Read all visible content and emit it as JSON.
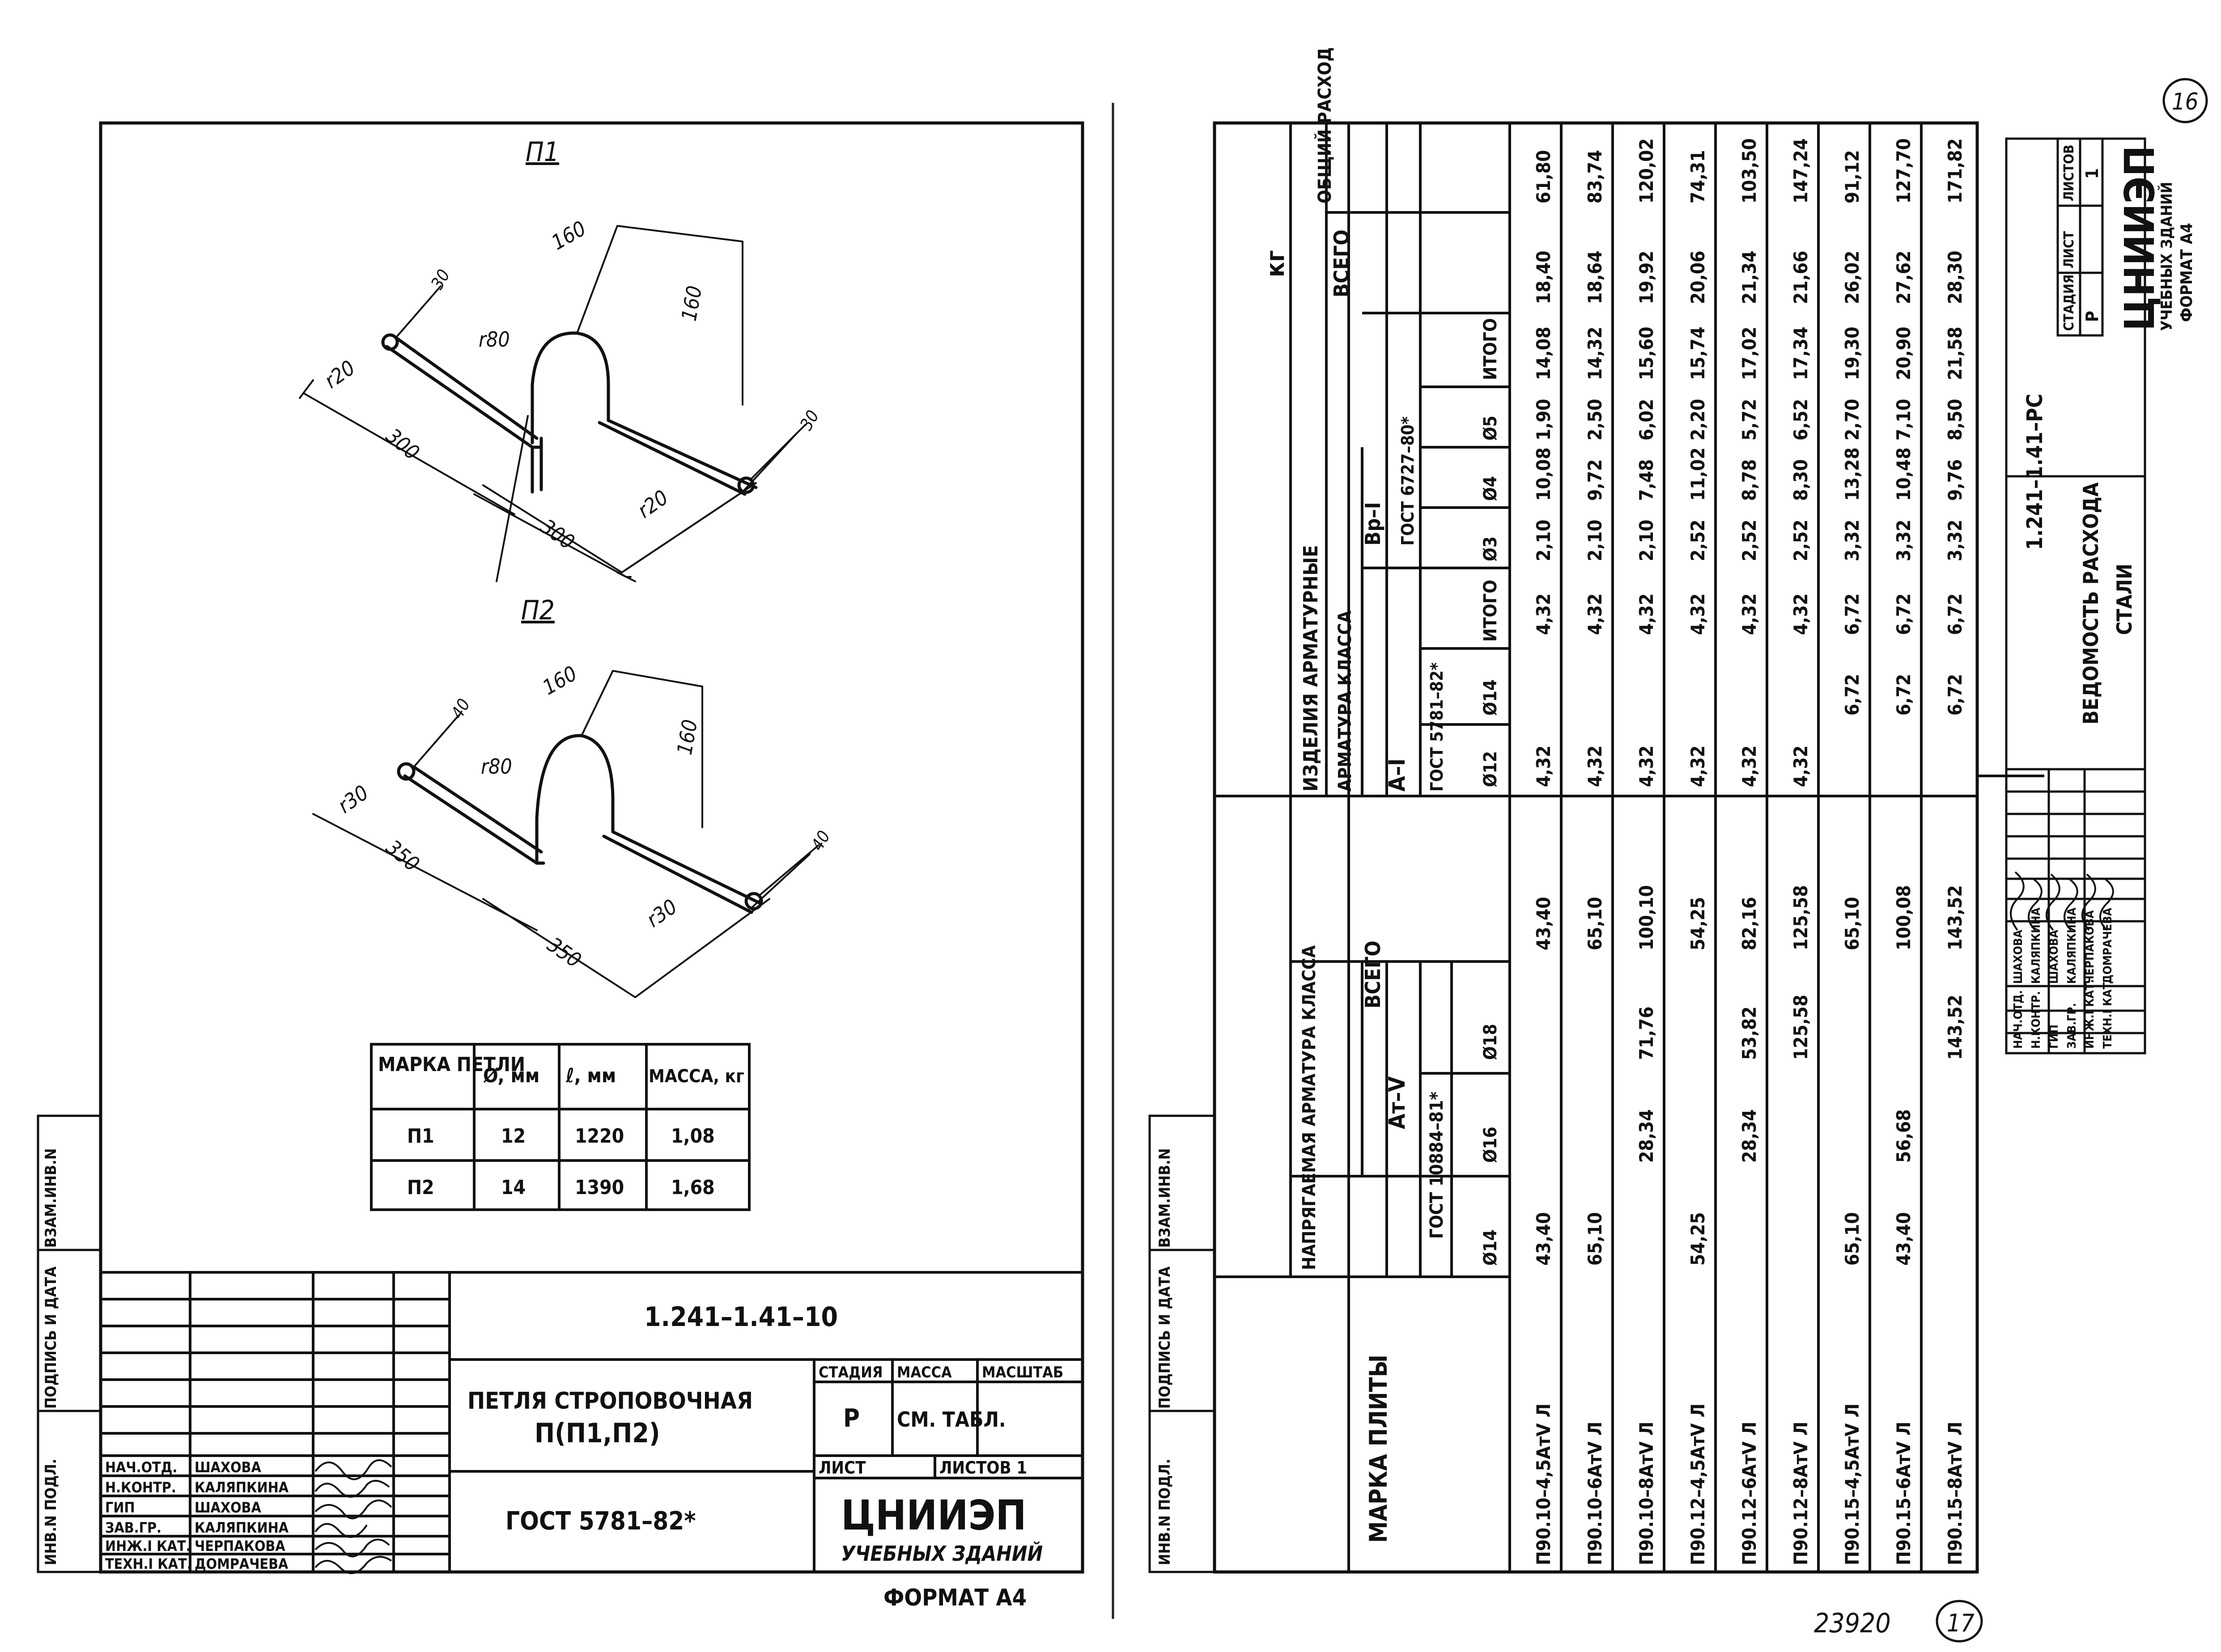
{
  "left_sheet": {
    "loop1": {
      "title": "П1",
      "d1": "160",
      "d2": "160",
      "r_top": "r80",
      "r_side": "r20",
      "d_rod1": "30",
      "d_rod2": "30",
      "len_a": "300",
      "len_b": "300",
      "r_end": "r20"
    },
    "loop2": {
      "title": "П2",
      "d1": "160",
      "d2": "160",
      "r_top": "r80",
      "r_side": "r30",
      "d_rod1": "40",
      "d_rod2": "40",
      "len_a": "350",
      "len_b": "350",
      "r_end": "r30"
    },
    "spec_table": {
      "headers": [
        "МАРКА ПЕТЛИ",
        "Ø, мм",
        "ℓ, мм",
        "МАССА, кг"
      ],
      "rows": [
        [
          "П1",
          "12",
          "1220",
          "1,08"
        ],
        [
          "П2",
          "14",
          "1390",
          "1,68"
        ]
      ]
    },
    "side_labels": [
      "ИНВ.N ПОДЛ.",
      "ПОДПИСЬ И ДАТА",
      "ВЗАМ.ИНВ.N"
    ],
    "title_block": {
      "doc_code": "1.241–1.41–10",
      "title_line1": "ПЕТЛЯ СТРОПОВОЧНАЯ",
      "title_line2": "П(П1,П2)",
      "standard": "ГОСТ 5781–82*",
      "stage_label": "СТАДИЯ",
      "mass_label": "МАССА",
      "scale_label": "МАСШТАБ",
      "stage_value": "Р",
      "mass_value": "СМ. ТАБЛ.",
      "sheet_label": "ЛИСТ",
      "sheets_label": "ЛИСТОВ 1",
      "org_name": "ЦНИИЭП",
      "org_sub": "УЧЕБНЫХ ЗДАНИЙ",
      "signers": [
        [
          "НАЧ.ОТД.",
          "ШАХОВА"
        ],
        [
          "Н.КОНТР.",
          "КАЛЯПКИНА"
        ],
        [
          "ГИП",
          "ШАХОВА"
        ],
        [
          "ЗАВ.ГР.",
          "КАЛЯПКИНА"
        ],
        [
          "ИНЖ.I КАТ.",
          "ЧЕРПАКОВА"
        ],
        [
          "ТЕХН.I КАТ.",
          "ДОМРАЧЕВА"
        ]
      ]
    },
    "format": "ФОРМАТ А4"
  },
  "right_sheet": {
    "corner_number": "16",
    "units": "кг",
    "header": {
      "mark": "МАРКА ПЛИТЫ",
      "prestressed": "НАПРЯГАЕМАЯ АРМАТУРА КЛАССА",
      "prestressed_class": "Ат–V",
      "prestressed_gost": "ГОСТ 10884–81*",
      "products": "ИЗДЕЛИЯ АРМАТУРНЫЕ",
      "rebar_class": "АРМАТУРА КЛАССА",
      "class_a1": "А–I",
      "gost_a1": "ГОСТ 5781–82*",
      "class_bp1": "Вр–I",
      "gost_bp1": "ГОСТ 6727–80*",
      "total": "ВСЕГО",
      "grand_total": "ОБЩИЙ РАСХОД",
      "cols_ps": [
        "Ø14",
        "Ø16",
        "Ø18"
      ],
      "cols_a1": [
        "Ø12",
        "Ø14",
        "ИТОГО"
      ],
      "cols_bp1": [
        "Ø3",
        "Ø4",
        "Ø5",
        "ИТОГО"
      ]
    },
    "rows": [
      {
        "mark": "П90.10–4,5АтV Л",
        "ps14": "43,40",
        "ps16": "",
        "ps18": "",
        "ps_total": "43,40",
        "a12": "4,32",
        "a14": "",
        "a_total": "4,32",
        "b3": "2,10",
        "b4": "10,08",
        "b5": "1,90",
        "b_total": "14,08",
        "all": "18,40",
        "grand": "61,80"
      },
      {
        "mark": "П90.10–6АтV Л",
        "ps14": "65,10",
        "ps16": "",
        "ps18": "",
        "ps_total": "65,10",
        "a12": "4,32",
        "a14": "",
        "a_total": "4,32",
        "b3": "2,10",
        "b4": "9,72",
        "b5": "2,50",
        "b_total": "14,32",
        "all": "18,64",
        "grand": "83,74"
      },
      {
        "mark": "П90.10–8АтV Л",
        "ps14": "",
        "ps16": "28,34",
        "ps18": "71,76",
        "ps_total": "100,10",
        "a12": "4,32",
        "a14": "",
        "a_total": "4,32",
        "b3": "2,10",
        "b4": "7,48",
        "b5": "6,02",
        "b_total": "15,60",
        "all": "19,92",
        "grand": "120,02"
      },
      {
        "mark": "П90.12–4,5АтV Л",
        "ps14": "54,25",
        "ps16": "",
        "ps18": "",
        "ps_total": "54,25",
        "a12": "4,32",
        "a14": "",
        "a_total": "4,32",
        "b3": "2,52",
        "b4": "11,02",
        "b5": "2,20",
        "b_total": "15,74",
        "all": "20,06",
        "grand": "74,31"
      },
      {
        "mark": "П90.12–6АтV Л",
        "ps14": "",
        "ps16": "28,34",
        "ps18": "53,82",
        "ps_total": "82,16",
        "a12": "4,32",
        "a14": "",
        "a_total": "4,32",
        "b3": "2,52",
        "b4": "8,78",
        "b5": "5,72",
        "b_total": "17,02",
        "all": "21,34",
        "grand": "103,50"
      },
      {
        "mark": "П90.12–8АтV Л",
        "ps14": "",
        "ps16": "",
        "ps18": "125,58",
        "ps_total": "125,58",
        "a12": "4,32",
        "a14": "",
        "a_total": "4,32",
        "b3": "2,52",
        "b4": "8,30",
        "b5": "6,52",
        "b_total": "17,34",
        "all": "21,66",
        "grand": "147,24"
      },
      {
        "mark": "П90.15–4,5АтV Л",
        "ps14": "65,10",
        "ps16": "",
        "ps18": "",
        "ps_total": "65,10",
        "a12": "",
        "a14": "6,72",
        "a_total": "6,72",
        "b3": "3,32",
        "b4": "13,28",
        "b5": "2,70",
        "b_total": "19,30",
        "all": "26,02",
        "grand": "91,12"
      },
      {
        "mark": "П90.15–6АтV Л",
        "ps14": "43,40",
        "ps16": "56,68",
        "ps18": "",
        "ps_total": "100,08",
        "a12": "",
        "a14": "6,72",
        "a_total": "6,72",
        "b3": "3,32",
        "b4": "10,48",
        "b5": "7,10",
        "b_total": "20,90",
        "all": "27,62",
        "grand": "127,70"
      },
      {
        "mark": "П90.15–8АтV Л",
        "ps14": "",
        "ps16": "",
        "ps18": "143,52",
        "ps_total": "143,52",
        "a12": "",
        "a14": "6,72",
        "a_total": "6,72",
        "b3": "3,32",
        "b4": "9,76",
        "b5": "8,50",
        "b_total": "21,58",
        "all": "28,30",
        "grand": "171,82"
      }
    ],
    "side_labels": [
      "ИНВ.N ПОДЛ.",
      "ПОДПИСЬ И ДАТА",
      "ВЗАМ.ИНВ.N"
    ],
    "title_block": {
      "doc_code": "1.241–1.41–РС",
      "title_line1": "ВЕДОМОСТЬ РАСХОДА",
      "title_line2": "СТАЛИ",
      "stage_label": "СТАДИЯ",
      "sheet_label": "ЛИСТ",
      "sheets_label": "ЛИСТОВ",
      "stage_value": "Р",
      "sheets_value": "1",
      "org_name": "ЦНИИЭП",
      "org_sub": "УЧЕБНЫХ ЗДАНИЙ",
      "format": "ФОРМАТ А4",
      "signers": [
        [
          "НАЧ.ОТД.",
          "ШАХОВА"
        ],
        [
          "Н.КОНТР.",
          "КАЛЯПКИНА"
        ],
        [
          "ГИП",
          "ШАХОВА"
        ],
        [
          "ЗАВ.ГР.",
          "КАЛЯПКИНА"
        ],
        [
          "ИНЖ.I КАТ.",
          "ЧЕРПАКОВА"
        ],
        [
          "ТЕХН.I КАТ.",
          "ДОМРАЧЕВА"
        ]
      ]
    },
    "footer_number": "23920",
    "page_number": "17"
  }
}
